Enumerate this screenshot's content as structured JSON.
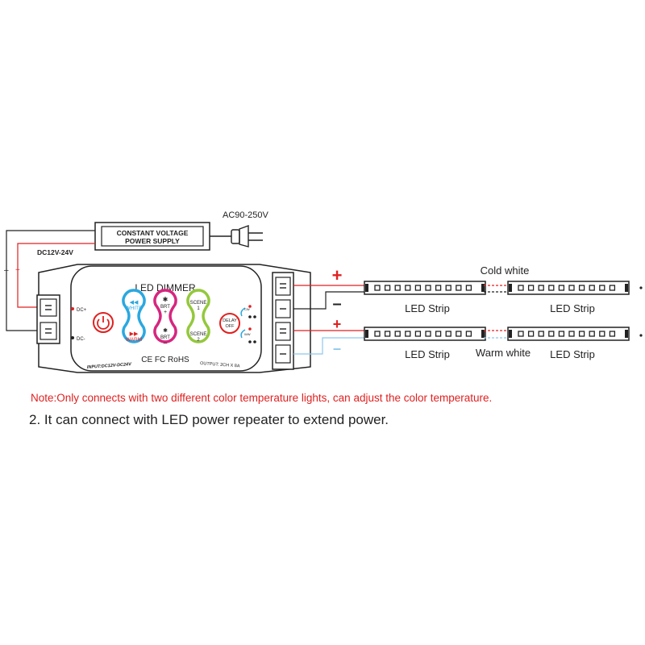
{
  "colors": {
    "line": "#222222",
    "red": "#e02020",
    "blue": "#8ec8ec",
    "white_btn": "#2aa8e0",
    "brt_btn": "#d6267f",
    "scene_btn": "#94c83c",
    "delay_btn": "#e02020"
  },
  "power_supply": {
    "ac_label": "AC90-250V",
    "line1": "CONSTANT VOLTAGE",
    "line2": "POWER SUPPLY",
    "dc_label": "DC12V-24V"
  },
  "input_polarity": {
    "minus": "–",
    "plus": "+"
  },
  "dimmer": {
    "title": "LED DIMMER",
    "dc_plus": "DC+",
    "dc_minus": "DC-",
    "white_label": "WHITE",
    "warm_label": "WARM",
    "brt_label": "BRT",
    "scene1_label": "SCENE",
    "scene1_num": "1",
    "scene2_label": "SCENE",
    "scene2_num": "2",
    "delay_line1": "DELAY",
    "delay_line2": "OFF",
    "certifications": "CE FC RoHS",
    "input_spec": "INPUT:DC12V-DC24V",
    "output_spec": "OUTPUT: 2CH X 8A",
    "cw_tag": "CW",
    "ww_tag": "WW"
  },
  "output_polarity": {
    "ch1_plus": "+",
    "ch1_minus": "–",
    "ch2_plus": "+",
    "ch2_minus": "–"
  },
  "strips": {
    "cold_white": "Cold white",
    "warm_white": "Warm white",
    "label": "LED Strip"
  },
  "notes": {
    "note1": "Note:Only connects with two different color temperature lights, can adjust the color temperature.",
    "note2": "2. It can connect with LED power repeater  to extend power."
  }
}
